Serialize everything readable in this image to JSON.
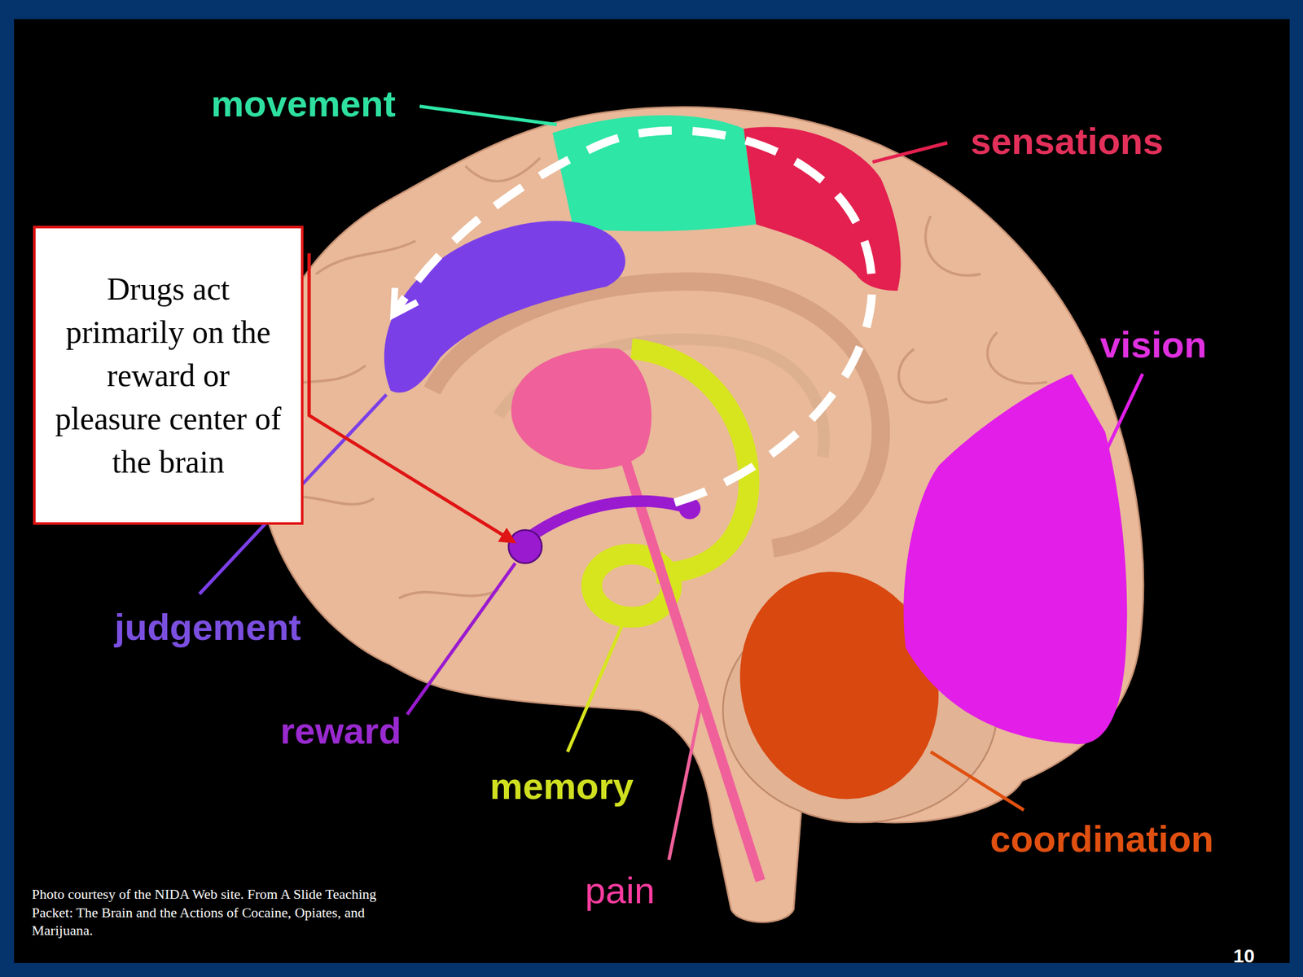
{
  "diagram": {
    "caption": "Photo courtesy of the NIDA Web site. From A Slide Teaching Packet: The Brain and the Actions of Cocaine, Opiates, and Marijuana.",
    "nodes": [
      {
        "text": [
          "Drugs act primarily on the reward or pleasure center of the brain"
        ]
      }
    ],
    "labels": [
      "movement",
      "sensations",
      "vision",
      "judgement",
      "reward",
      "memory",
      "pain",
      "coordination",
      "10"
    ]
  }
}
